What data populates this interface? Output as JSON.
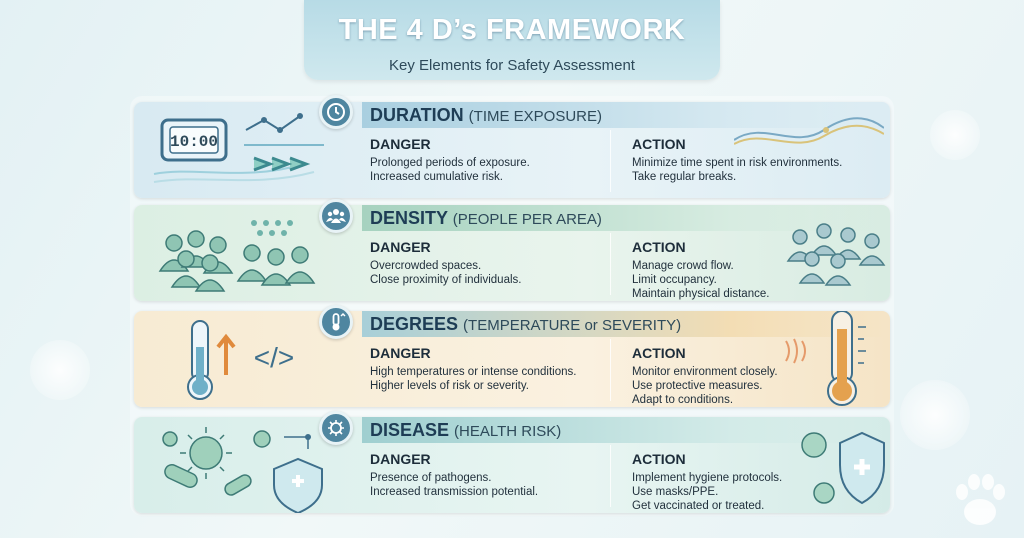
{
  "header": {
    "title": "THE 4 D’s FRAMEWORK",
    "subtitle": "Key Elements for Safety Assessment"
  },
  "illustration_text": {
    "clock": "10:00",
    "code_symbol": "</>"
  },
  "rows": [
    {
      "name": "DURATION",
      "qualifier": "(TIME EXPOSURE)",
      "danger_label": "DANGER",
      "danger_text": "Prolonged periods of exposure.\nIncreased cumulative risk.",
      "action_label": "ACTION",
      "action_text": "Minimize time spent in risk environments.\nTake regular breaks.",
      "icon": "clock-icon",
      "color": "#cfe4ef"
    },
    {
      "name": "DENSITY",
      "qualifier": "(PEOPLE PER AREA)",
      "danger_label": "DANGER",
      "danger_text": "Overcrowded spaces.\nClose proximity of individuals.",
      "action_label": "ACTION",
      "action_text": "Manage crowd flow.\nLimit occupancy.\nMaintain physical distance.",
      "icon": "people-icon",
      "color": "#d5eadf"
    },
    {
      "name": "DEGREES",
      "qualifier": "(TEMPERATURE or SEVERITY)",
      "danger_label": "DANGER",
      "danger_text": "High temperatures or intense conditions.\nHigher levels of risk or severity.",
      "action_label": "ACTION",
      "action_text": "Monitor environment closely.\nUse protective measures.\nAdapt to conditions.",
      "icon": "thermometer-icon",
      "color": "#f6e4c4"
    },
    {
      "name": "DISEASE",
      "qualifier": "(HEALTH RISK)",
      "danger_label": "DANGER",
      "danger_text": "Presence of pathogens.\nIncreased transmission potential.",
      "action_label": "ACTION",
      "action_text": "Implement hygiene protocols.\nUse masks/PPE.\nGet vaccinated or treated.",
      "icon": "virus-icon",
      "color": "#d3e9e6"
    }
  ]
}
